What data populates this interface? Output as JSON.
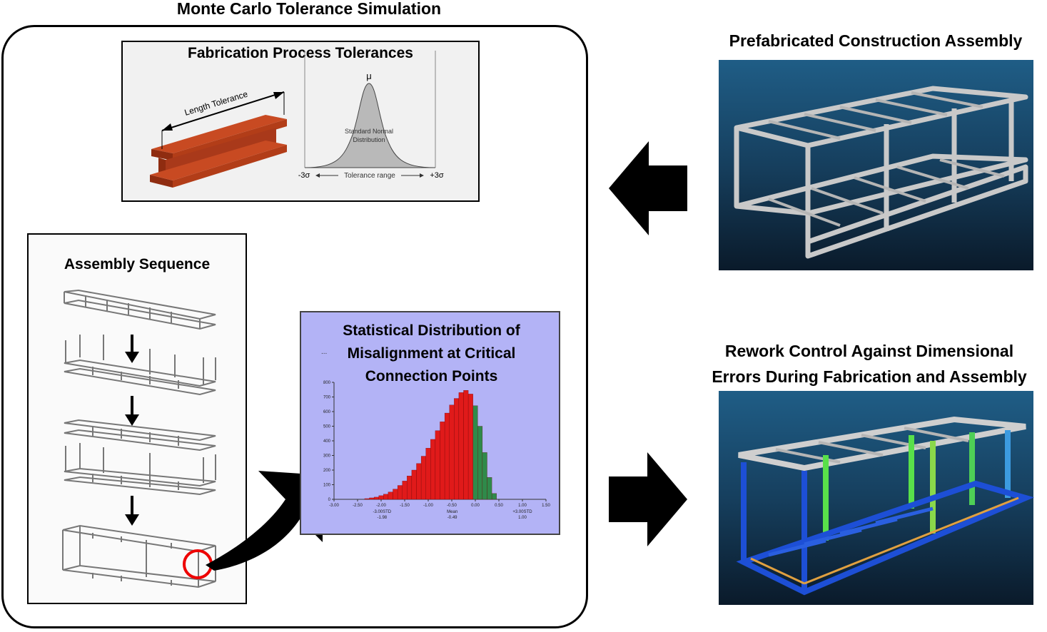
{
  "main_title": "Monte Carlo Tolerance Simulation",
  "fabrication": {
    "title": "Fabrication Process Tolerances",
    "length_label": "Length Tolerance",
    "mu_label": "μ",
    "dist_label_1": "Standard Normal",
    "dist_label_2": "Distribution",
    "minus_label": "-3σ",
    "range_label": "Tolerance range",
    "plus_label": "+3σ"
  },
  "assembly": {
    "title": "Assembly Sequence"
  },
  "statistical": {
    "title_line1": "Statistical Distribution of",
    "title_line2": "Misalignment at Critical",
    "title_line3": "Connection Points",
    "small_marker": "..."
  },
  "prefab": {
    "title": "Prefabricated Construction Assembly"
  },
  "rework": {
    "title_line1": "Rework Control Against Dimensional",
    "title_line2": "Errors During Fabrication and Assembly"
  },
  "chart_data": {
    "type": "bar",
    "title": "",
    "xlabel": "",
    "ylabel": "",
    "ylim": [
      0,
      800
    ],
    "xlim": [
      -3.0,
      1.5
    ],
    "y_ticks": [
      0,
      100,
      200,
      300,
      400,
      500,
      600,
      700,
      800
    ],
    "x_ticks": [
      -3.0,
      -2.5,
      -2.0,
      -1.5,
      -1.0,
      -0.5,
      0.0,
      0.5,
      1.0,
      1.5
    ],
    "x_tick_labels": [
      "-3.00",
      "-2.50",
      "-2.00",
      "-1.50",
      "-1.00",
      "-0.50",
      "0.00",
      "0.50",
      "1.00",
      "1.50"
    ],
    "annotations": [
      {
        "x": -1.98,
        "line1": "-3.00STD",
        "line2": "-1.98"
      },
      {
        "x": -0.49,
        "line1": "Mean",
        "line2": "-0.49"
      },
      {
        "x": 1.0,
        "line1": "+3.00STD",
        "line2": "1.00"
      }
    ],
    "split_at": 0.0,
    "colors": {
      "left": "#e01a1a",
      "right": "#2f8a4a"
    },
    "x": [
      -2.3,
      -2.2,
      -2.1,
      -2.0,
      -1.9,
      -1.8,
      -1.7,
      -1.6,
      -1.5,
      -1.4,
      -1.3,
      -1.2,
      -1.1,
      -1.0,
      -0.9,
      -0.8,
      -0.7,
      -0.6,
      -0.5,
      -0.4,
      -0.3,
      -0.2,
      -0.1,
      0.0,
      0.1,
      0.2,
      0.3,
      0.4
    ],
    "values": [
      5,
      10,
      15,
      25,
      35,
      50,
      70,
      95,
      125,
      160,
      200,
      245,
      295,
      350,
      410,
      470,
      530,
      590,
      645,
      690,
      730,
      745,
      720,
      640,
      500,
      320,
      150,
      40
    ]
  }
}
